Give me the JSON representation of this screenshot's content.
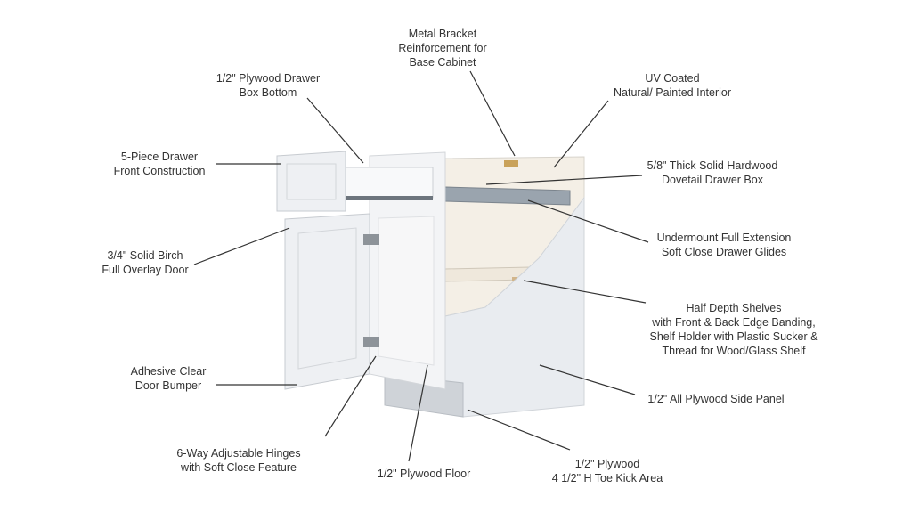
{
  "labels": {
    "metal_bracket": [
      "Metal Bracket",
      "Reinforcement for",
      "Base Cabinet"
    ],
    "drawer_box_bottom": [
      "1/2\" Plywood Drawer",
      "Box Bottom"
    ],
    "uv_coated": [
      "UV Coated",
      "Natural/ Painted Interior"
    ],
    "drawer_front": [
      "5-Piece Drawer",
      "Front Construction"
    ],
    "dovetail_box": [
      "5/8\" Thick Solid Hardwood",
      "Dovetail Drawer Box"
    ],
    "birch_door": [
      "3/4\" Solid Birch",
      "Full Overlay Door"
    ],
    "drawer_glides": [
      "Undermount Full Extension",
      "Soft Close Drawer Glides"
    ],
    "shelves": [
      "Half Depth Shelves",
      "with Front & Back Edge Banding,",
      "Shelf Holder with Plastic Sucker &",
      "Thread for Wood/Glass Shelf"
    ],
    "door_bumper": [
      "Adhesive Clear",
      "Door Bumper"
    ],
    "side_panel": [
      "1/2\" All Plywood Side Panel"
    ],
    "hinges": [
      "6-Way Adjustable Hinges",
      "with Soft Close Feature"
    ],
    "floor": [
      "1/2\" Plywood Floor"
    ],
    "toe_kick": [
      "1/2\" Plywood",
      "4 1/2\" H Toe Kick Area"
    ]
  },
  "colors": {
    "cabinet": "#eef0f3",
    "interior": "#f4efe6",
    "glide": "#9aa4ae",
    "leader_line": "#333333"
  }
}
